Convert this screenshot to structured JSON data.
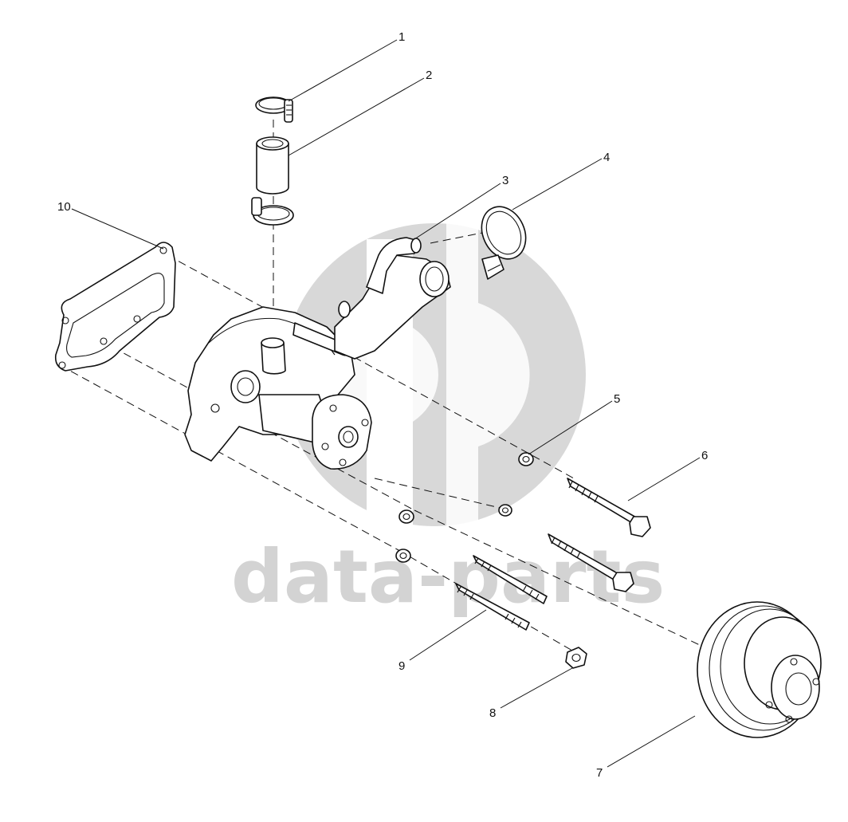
{
  "watermark": {
    "text": "data-parts"
  },
  "callouts": [
    {
      "id": "c1",
      "label": "1"
    },
    {
      "id": "c2",
      "label": "2"
    },
    {
      "id": "c3",
      "label": "3"
    },
    {
      "id": "c4",
      "label": "4"
    },
    {
      "id": "c5",
      "label": "5"
    },
    {
      "id": "c6",
      "label": "6"
    },
    {
      "id": "c7",
      "label": "7"
    },
    {
      "id": "c8",
      "label": "8"
    },
    {
      "id": "c9",
      "label": "9"
    },
    {
      "id": "c10",
      "label": "10"
    }
  ]
}
